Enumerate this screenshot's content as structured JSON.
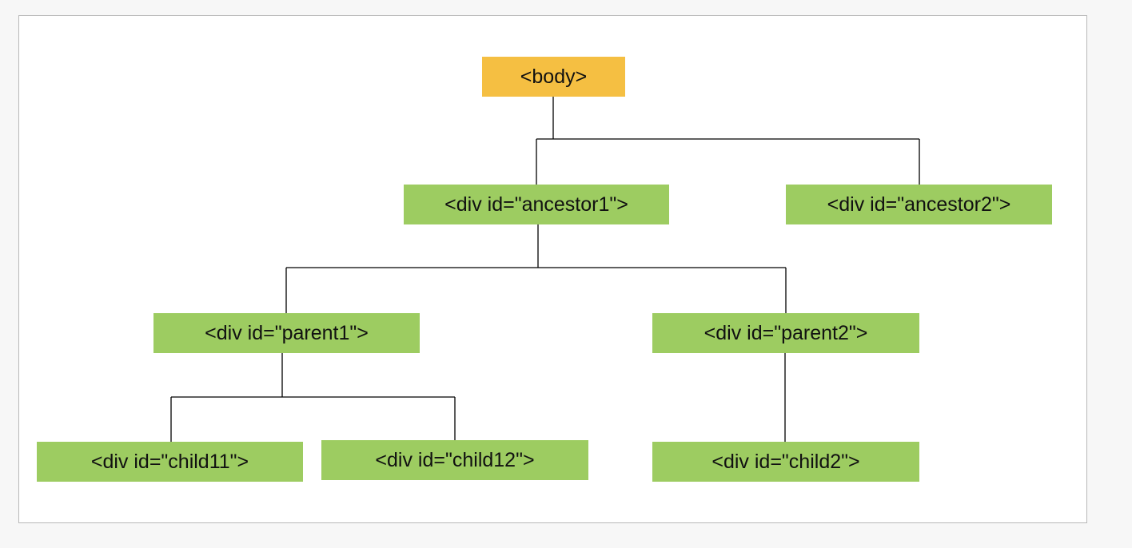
{
  "diagram": {
    "colors": {
      "root_fill": "#f5bf42",
      "element_fill": "#9dcc61",
      "connector": "#000000"
    },
    "nodes": {
      "body": {
        "label": "<body>",
        "type": "root"
      },
      "ancestor1": {
        "label": "<div id=\"ancestor1\">",
        "type": "element",
        "parent": "body"
      },
      "ancestor2": {
        "label": "<div id=\"ancestor2\">",
        "type": "element",
        "parent": "body"
      },
      "parent1": {
        "label": "<div id=\"parent1\">",
        "type": "element",
        "parent": "ancestor1"
      },
      "parent2": {
        "label": "<div id=\"parent2\">",
        "type": "element",
        "parent": "ancestor1"
      },
      "child11": {
        "label": "<div id=\"child11\">",
        "type": "element",
        "parent": "parent1"
      },
      "child12": {
        "label": "<div id=\"child12\">",
        "type": "element",
        "parent": "parent1"
      },
      "child2": {
        "label": "<div id=\"child2\">",
        "type": "element",
        "parent": "parent2"
      }
    }
  }
}
